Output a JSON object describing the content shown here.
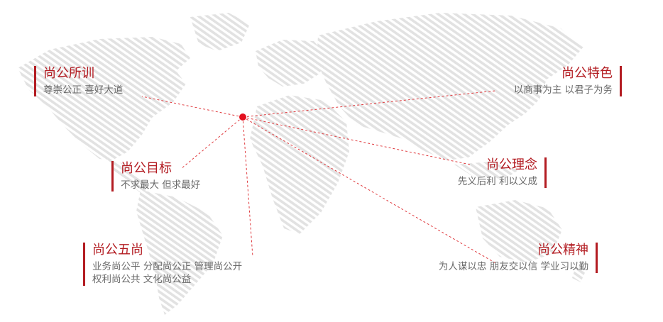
{
  "nodes": {
    "training": {
      "title": "尚公所训",
      "lines": [
        "尊崇公正  喜好大道"
      ]
    },
    "features": {
      "title": "尚公特色",
      "lines": [
        "以商事为主  以君子为务"
      ]
    },
    "goal": {
      "title": "尚公目标",
      "lines": [
        "不求最大  但求最好"
      ]
    },
    "concept": {
      "title": "尚公理念",
      "lines": [
        "先义后利  利以义成"
      ]
    },
    "five": {
      "title": "尚公五尚",
      "lines": [
        "业务尚公平  分配尚公正  管理尚公开",
        "权利尚公共  文化尚公益"
      ]
    },
    "spirit": {
      "title": "尚公精神",
      "lines": [
        "为人谋以忠  朋友交以信  学业习以勤"
      ]
    }
  },
  "colors": {
    "accent": "#b31c22",
    "connector": "#e03a3e",
    "hub": "#e3101e",
    "body_text": "#6a6a6a",
    "map_hatch": "#e4e4e4"
  }
}
